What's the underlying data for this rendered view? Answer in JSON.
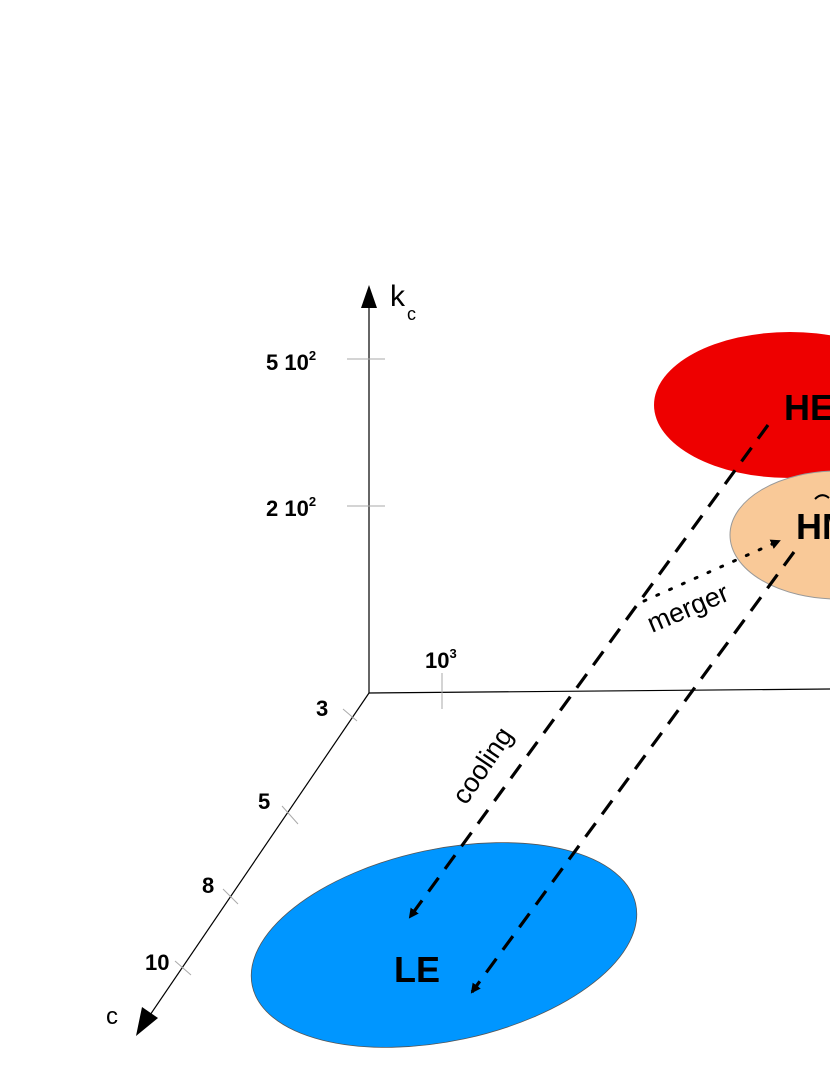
{
  "axes": {
    "vertical": {
      "label": "k",
      "subscript": "c",
      "ticks": [
        "5 10",
        "2 10"
      ],
      "tick_exponent": "2"
    },
    "depth": {
      "label": "c",
      "ticks": [
        "3",
        "5",
        "8",
        "10"
      ]
    },
    "horizontal": {
      "ticks": [
        "10"
      ],
      "tick_exponent": "3"
    }
  },
  "regions": {
    "he": {
      "label": "HE",
      "color": "#ee0000"
    },
    "hm": {
      "label": "HM",
      "color": "#f9c998"
    },
    "le": {
      "label": "LE",
      "color": "#0096ff"
    }
  },
  "arrows": {
    "cooling": "cooling",
    "merger": "merger"
  }
}
